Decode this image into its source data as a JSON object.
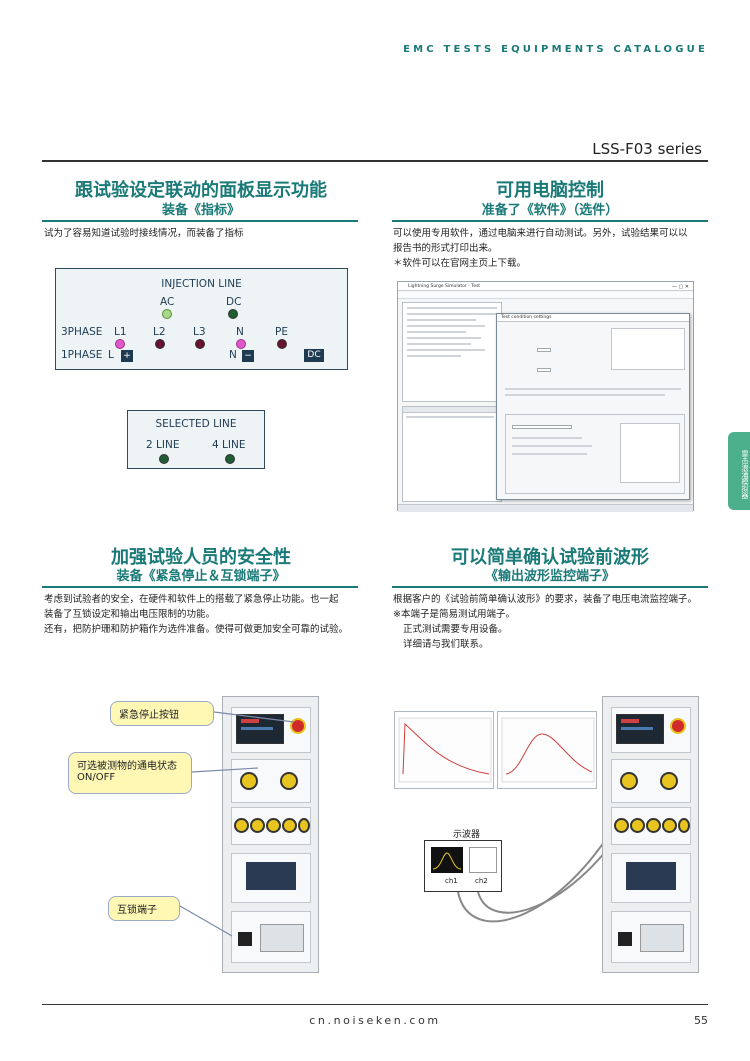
{
  "header": {
    "catalogue": "EMC TESTS EQUIPMENTS CATALOGUE",
    "series": "LSS-F03 series"
  },
  "sections": {
    "panel": {
      "title": "跟试验设定联动的面板显示功能",
      "subtitle": "装备《指标》",
      "body": "试为了容易知道试验时接线情况，而装备了指标"
    },
    "pc": {
      "title": "可用电脑控制",
      "subtitle": "准备了《软件》（选件）",
      "body1": "可以使用专用软件，通过电脑来进行自动测试。另外，试验结果可以以",
      "body2": "报告书的形式打印出来。",
      "body3": "＊软件可以在官网主页上下载。"
    },
    "safety": {
      "title": "加强试验人员的安全性",
      "subtitle": "装备《紧急停止＆互锁端子》",
      "body1": "考虑到试验者的安全，在硬件和软件上的搭载了紧急停止功能。也一起",
      "body2": "装备了互锁设定和输出电压限制的功能。",
      "body3": "还有，把防护珊和防护箱作为选件准备。使得可做更加安全可靠的试验。"
    },
    "waveform": {
      "title": "可以简单确认试验前波形",
      "subtitle": "《输出波形监控端子》",
      "body1": "根据客户的《试验前简单确认波形》的要求，装备了电压电流监控端子。",
      "body2": "※本端子是简易测试用端子。",
      "body3": "正式测试需要专用设备。",
      "body4": "详细请与我们联系。"
    }
  },
  "injection_panel": {
    "title": "INJECTION LINE",
    "ac": "AC",
    "dc": "DC",
    "three_phase": "3PHASE",
    "one_phase": "1PHASE",
    "l1": "L1",
    "l2": "L2",
    "l3": "L3",
    "n": "N",
    "pe": "PE",
    "l": "L",
    "plus": "+",
    "minus": "−",
    "n2": "N",
    "dc_box": "DC"
  },
  "selected_panel": {
    "title": "SELECTED LINE",
    "line2": "2 LINE",
    "line4": "4 LINE"
  },
  "callouts": {
    "emergency": "紧急停止按钮",
    "power_state1": "可选被测物的通电状态",
    "power_state2": "ON/OFF",
    "interlock": "互锁端子",
    "oscilloscope": "示波器",
    "ch1": "ch1",
    "ch2": "ch2"
  },
  "software": {
    "window_title": "Lightning Surge Simulator - Test",
    "dialog_title": "Test condition settings"
  },
  "side_tab": "雷击浪涌模拟器",
  "footer": {
    "url": "cn.noiseken.com",
    "page": "55"
  },
  "colors": {
    "accent": "#1a7a78",
    "panel_text": "#1e3b52",
    "callout_bg": "#fff8b5"
  }
}
